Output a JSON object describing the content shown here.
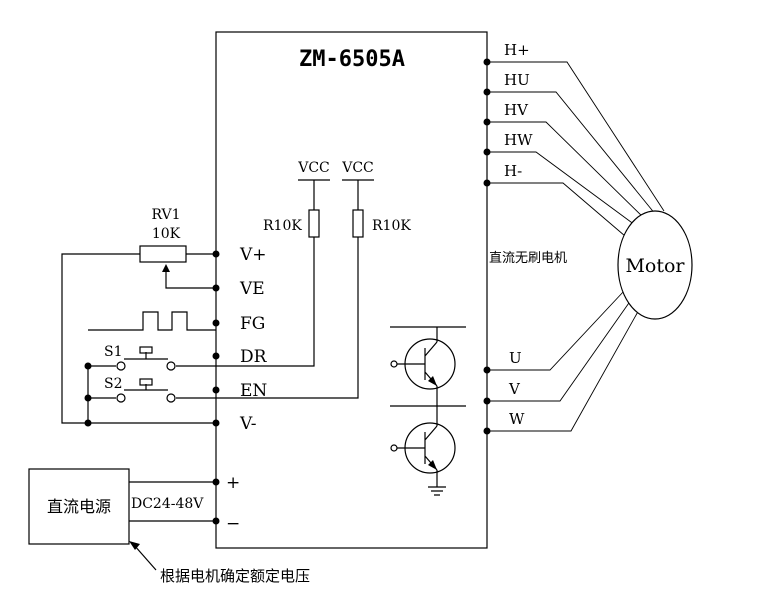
{
  "title": "ZM-6505A",
  "left_pins": [
    "V+",
    "VE",
    "FG",
    "DR",
    "EN",
    "V-"
  ],
  "power_pins": [
    "+",
    "−"
  ],
  "right_hall_pins": [
    "H+",
    "HU",
    "HV",
    "HW",
    "H-"
  ],
  "right_phase_pins": [
    "U",
    "V",
    "W"
  ],
  "potentiometer": {
    "name": "RV1",
    "value": "10K"
  },
  "pullups": [
    {
      "supply": "VCC",
      "resistor": "R10K"
    },
    {
      "supply": "VCC",
      "resistor": "R10K"
    }
  ],
  "switches": [
    "S1",
    "S2"
  ],
  "motor_label": "Motor",
  "motor_note": "直流无刷电机",
  "power_supply": {
    "label": "直流电源",
    "voltage": "DC24-48V"
  },
  "voltage_note": "根据电机确定额定电压"
}
